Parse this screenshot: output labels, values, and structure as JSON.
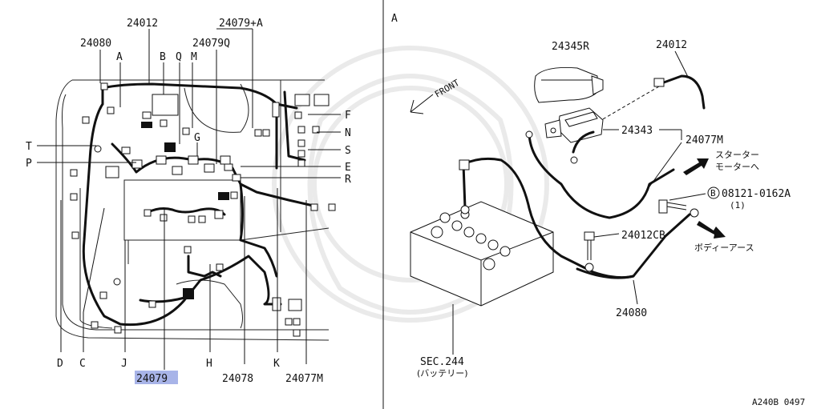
{
  "left_panel": {
    "callouts": {
      "p24080": "24080",
      "p24012": "24012",
      "p24079A": "24079+A",
      "p24079Q": "24079Q",
      "A": "A",
      "B": "B",
      "Q": "Q",
      "M": "M",
      "T": "T",
      "P": "P",
      "G": "G",
      "F": "F",
      "N": "N",
      "S": "S",
      "E": "E",
      "R": "R",
      "D": "D",
      "C": "C",
      "J": "J",
      "H": "H",
      "K": "K",
      "p24078": "24078",
      "p24077M": "24077M"
    },
    "highlighted_part": "24079",
    "highlight_color": "#a8b4e8"
  },
  "right_panel": {
    "view_label": "A",
    "front_label": "FRONT",
    "parts": {
      "p24345R": "24345R",
      "p24012": "24012",
      "p24343": "24343",
      "p24077M": "24077M",
      "bolt_ref": "08121-0162A",
      "bolt_qty": "(1)",
      "bolt_mark": "B",
      "p24012CB": "24012CB",
      "p24080": "24080",
      "sec": "SEC.244",
      "sec_note": "(バッテリー)",
      "starter_1": "スターター",
      "starter_2": "モーターへ",
      "body_earth": "ボディーアース"
    }
  },
  "figure_code": "A240B 0497"
}
